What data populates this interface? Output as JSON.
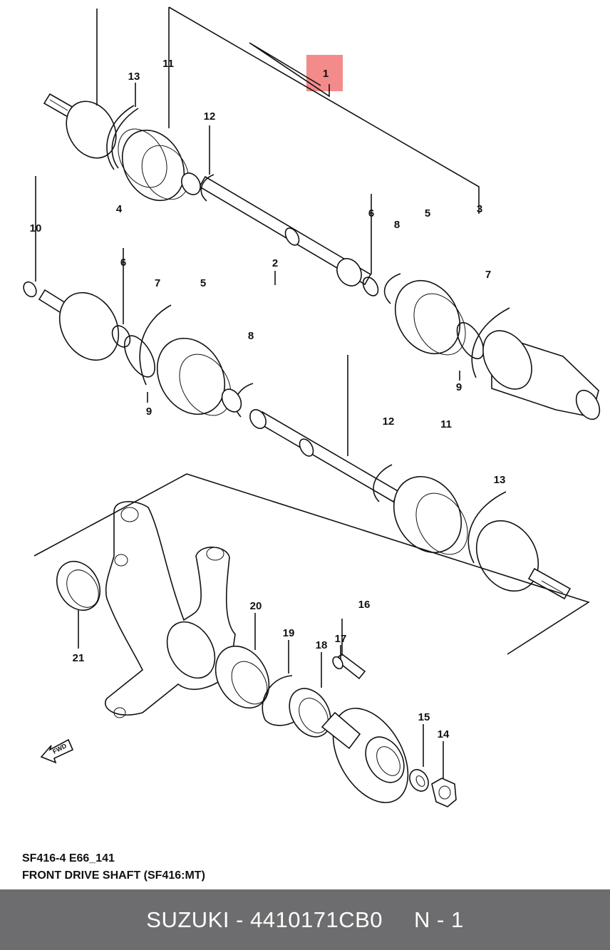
{
  "diagram": {
    "labels": {
      "p1": "1",
      "p2": "2",
      "p3": "3",
      "p4": "4",
      "p5a": "5",
      "p5b": "5",
      "p6a": "6",
      "p6b": "6",
      "p7a": "7",
      "p7b": "7",
      "p8a": "8",
      "p8b": "8",
      "p9a": "9",
      "p9b": "9",
      "p10": "10",
      "p11a": "11",
      "p11b": "11",
      "p12a": "12",
      "p12b": "12",
      "p13a": "13",
      "p13b": "13",
      "p14": "14",
      "p15": "15",
      "p16": "16",
      "p17": "17",
      "p18": "18",
      "p19": "19",
      "p20": "20",
      "p21": "21"
    },
    "fwd_text": "FWD",
    "highlight_color": "#f38b8b"
  },
  "caption": {
    "line1": "SF416-4 E66_141",
    "line2": "FRONT DRIVE SHAFT (SF416:MT)"
  },
  "footer": {
    "part_text": "SUZUKI - 4410171CB0",
    "page_text": "N - 1"
  }
}
